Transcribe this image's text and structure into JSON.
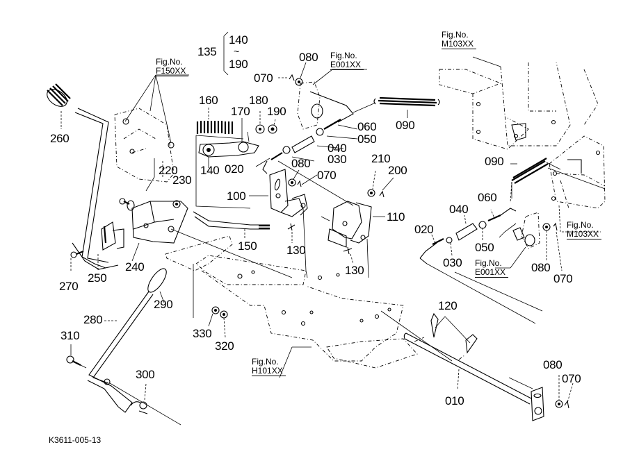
{
  "diagram": {
    "type": "exploded-parts-diagram",
    "drawing_code": "K3611-005-13",
    "assembly_group": {
      "number": "135",
      "range_start": "140",
      "range_end": "190",
      "range_symbol": "~"
    },
    "figure_references": [
      {
        "prefix": "Fig.No.",
        "code": "F150XX"
      },
      {
        "prefix": "Fig.No.",
        "code": "E001XX"
      },
      {
        "prefix": "Fig.No.",
        "code": "M103XX"
      },
      {
        "prefix": "Fig.No.",
        "code": "M103XX"
      },
      {
        "prefix": "Fig.No.",
        "code": "E001XX"
      },
      {
        "prefix": "Fig.No.",
        "code": "H101XX"
      }
    ],
    "part_labels": [
      {
        "id": "260",
        "label": "260"
      },
      {
        "id": "160",
        "label": "160"
      },
      {
        "id": "170",
        "label": "170"
      },
      {
        "id": "180",
        "label": "180"
      },
      {
        "id": "190",
        "label": "190"
      },
      {
        "id": "070-top",
        "label": "070"
      },
      {
        "id": "080-top",
        "label": "080"
      },
      {
        "id": "060-top",
        "label": "060"
      },
      {
        "id": "050-top",
        "label": "050"
      },
      {
        "id": "040-top",
        "label": "040"
      },
      {
        "id": "030-top",
        "label": "030"
      },
      {
        "id": "020-top",
        "label": "020"
      },
      {
        "id": "140",
        "label": "140"
      },
      {
        "id": "090-top",
        "label": "090"
      },
      {
        "id": "090-right",
        "label": "090"
      },
      {
        "id": "220",
        "label": "220"
      },
      {
        "id": "230",
        "label": "230"
      },
      {
        "id": "080-mid",
        "label": "080"
      },
      {
        "id": "070-mid",
        "label": "070"
      },
      {
        "id": "210",
        "label": "210"
      },
      {
        "id": "200",
        "label": "200"
      },
      {
        "id": "100",
        "label": "100"
      },
      {
        "id": "110",
        "label": "110"
      },
      {
        "id": "150",
        "label": "150"
      },
      {
        "id": "130-a",
        "label": "130"
      },
      {
        "id": "130-b",
        "label": "130"
      },
      {
        "id": "240",
        "label": "240"
      },
      {
        "id": "250",
        "label": "250"
      },
      {
        "id": "270",
        "label": "270"
      },
      {
        "id": "290",
        "label": "290"
      },
      {
        "id": "280",
        "label": "280"
      },
      {
        "id": "310",
        "label": "310"
      },
      {
        "id": "300",
        "label": "300"
      },
      {
        "id": "330",
        "label": "330"
      },
      {
        "id": "320",
        "label": "320"
      },
      {
        "id": "020-right",
        "label": "020"
      },
      {
        "id": "040-right",
        "label": "040"
      },
      {
        "id": "060-right",
        "label": "060"
      },
      {
        "id": "050-right",
        "label": "050"
      },
      {
        "id": "030-right",
        "label": "030"
      },
      {
        "id": "080-right",
        "label": "080"
      },
      {
        "id": "070-right",
        "label": "070"
      },
      {
        "id": "120",
        "label": "120"
      },
      {
        "id": "010",
        "label": "010"
      },
      {
        "id": "080-bottom",
        "label": "080"
      },
      {
        "id": "070-bottom",
        "label": "070"
      }
    ]
  }
}
